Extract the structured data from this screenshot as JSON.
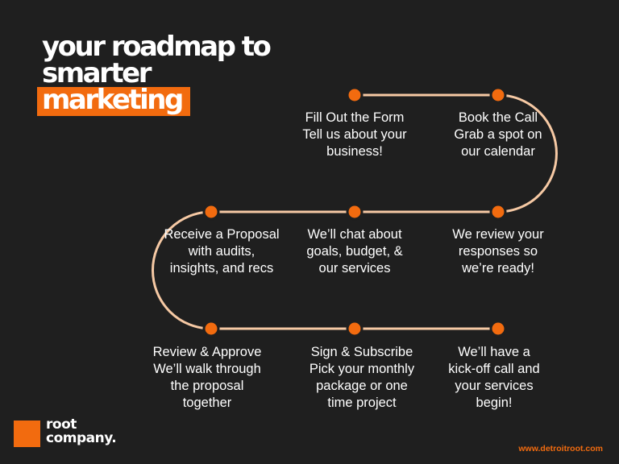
{
  "title": {
    "line1": "your roadmap to",
    "line2": "smarter",
    "highlight": "marketing"
  },
  "steps": [
    {
      "lines": [
        "Fill Out the Form",
        "Tell us about your",
        "business!"
      ]
    },
    {
      "lines": [
        "Book the Call",
        "Grab a spot on",
        "our calendar"
      ]
    },
    {
      "lines": [
        "We review your",
        "responses so",
        "we’re ready!"
      ]
    },
    {
      "lines": [
        "We’ll chat about",
        "goals, budget, &",
        "our services"
      ]
    },
    {
      "lines": [
        "Receive a Proposal",
        "with audits,",
        "insights, and recs"
      ]
    },
    {
      "lines": [
        "Review & Approve",
        "We’ll walk through",
        "the proposal",
        "together"
      ]
    },
    {
      "lines": [
        "Sign & Subscribe",
        "Pick your monthly",
        "package or one",
        "time project"
      ]
    },
    {
      "lines": [
        "We’ll have a",
        "kick-off call and",
        "your services",
        "begin!"
      ]
    }
  ],
  "brand": {
    "name_line1": "root",
    "name_line2": "company.",
    "url": "www.detroitroot.com"
  },
  "colors": {
    "background": "#1f1f1f",
    "accent": "#f26b0f",
    "path": "#f6c9a4",
    "text": "#ffffff"
  }
}
